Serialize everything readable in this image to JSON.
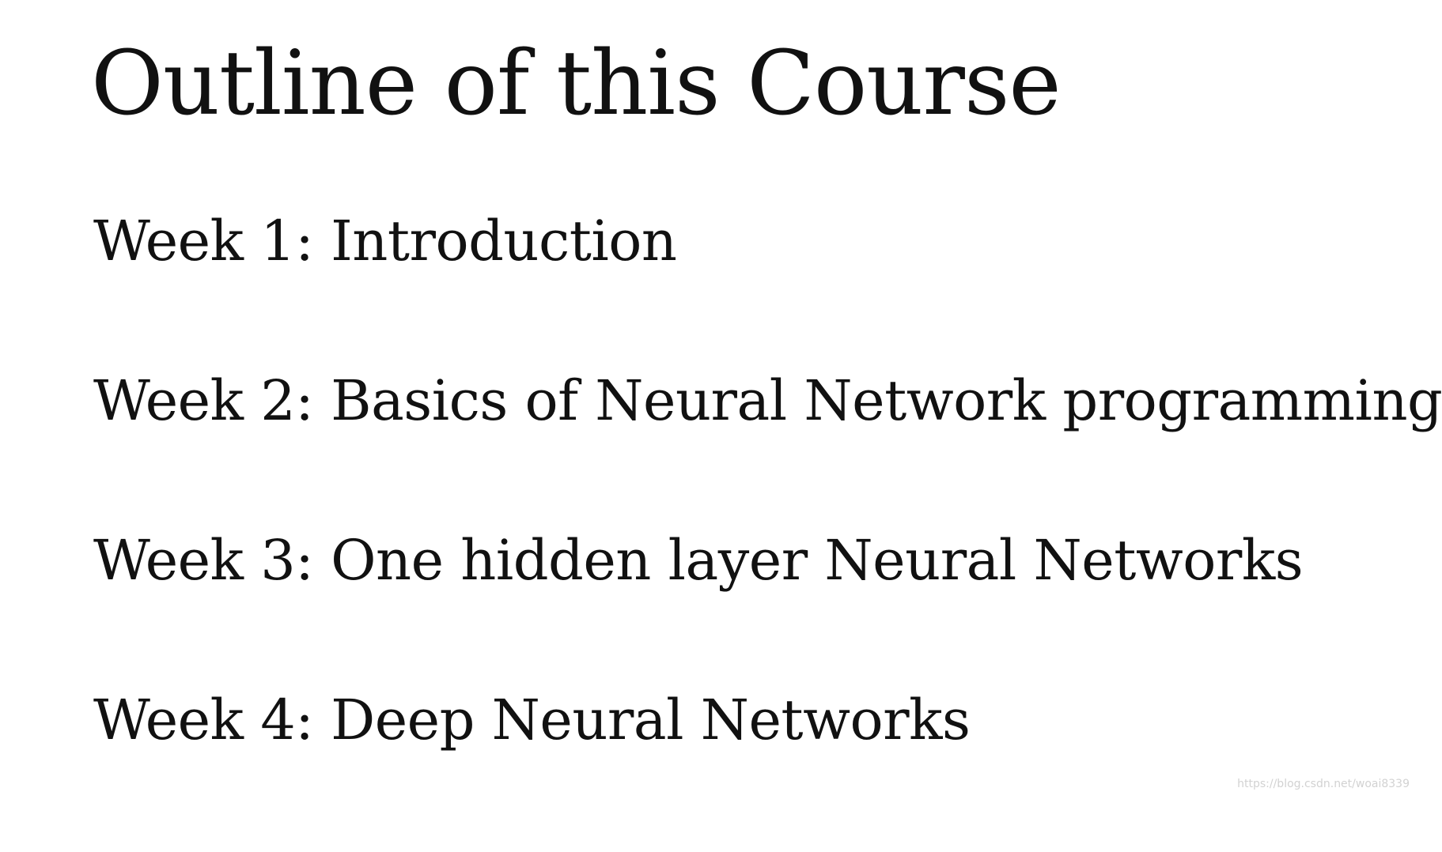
{
  "slide": {
    "title": "Outline of this Course",
    "items": [
      "Week 1: Introduction",
      "Week 2: Basics of Neural Network programming",
      "Week 3: One hidden layer Neural Networks",
      "Week 4: Deep Neural Networks"
    ],
    "watermark": "https://blog.csdn.net/woai8339"
  }
}
